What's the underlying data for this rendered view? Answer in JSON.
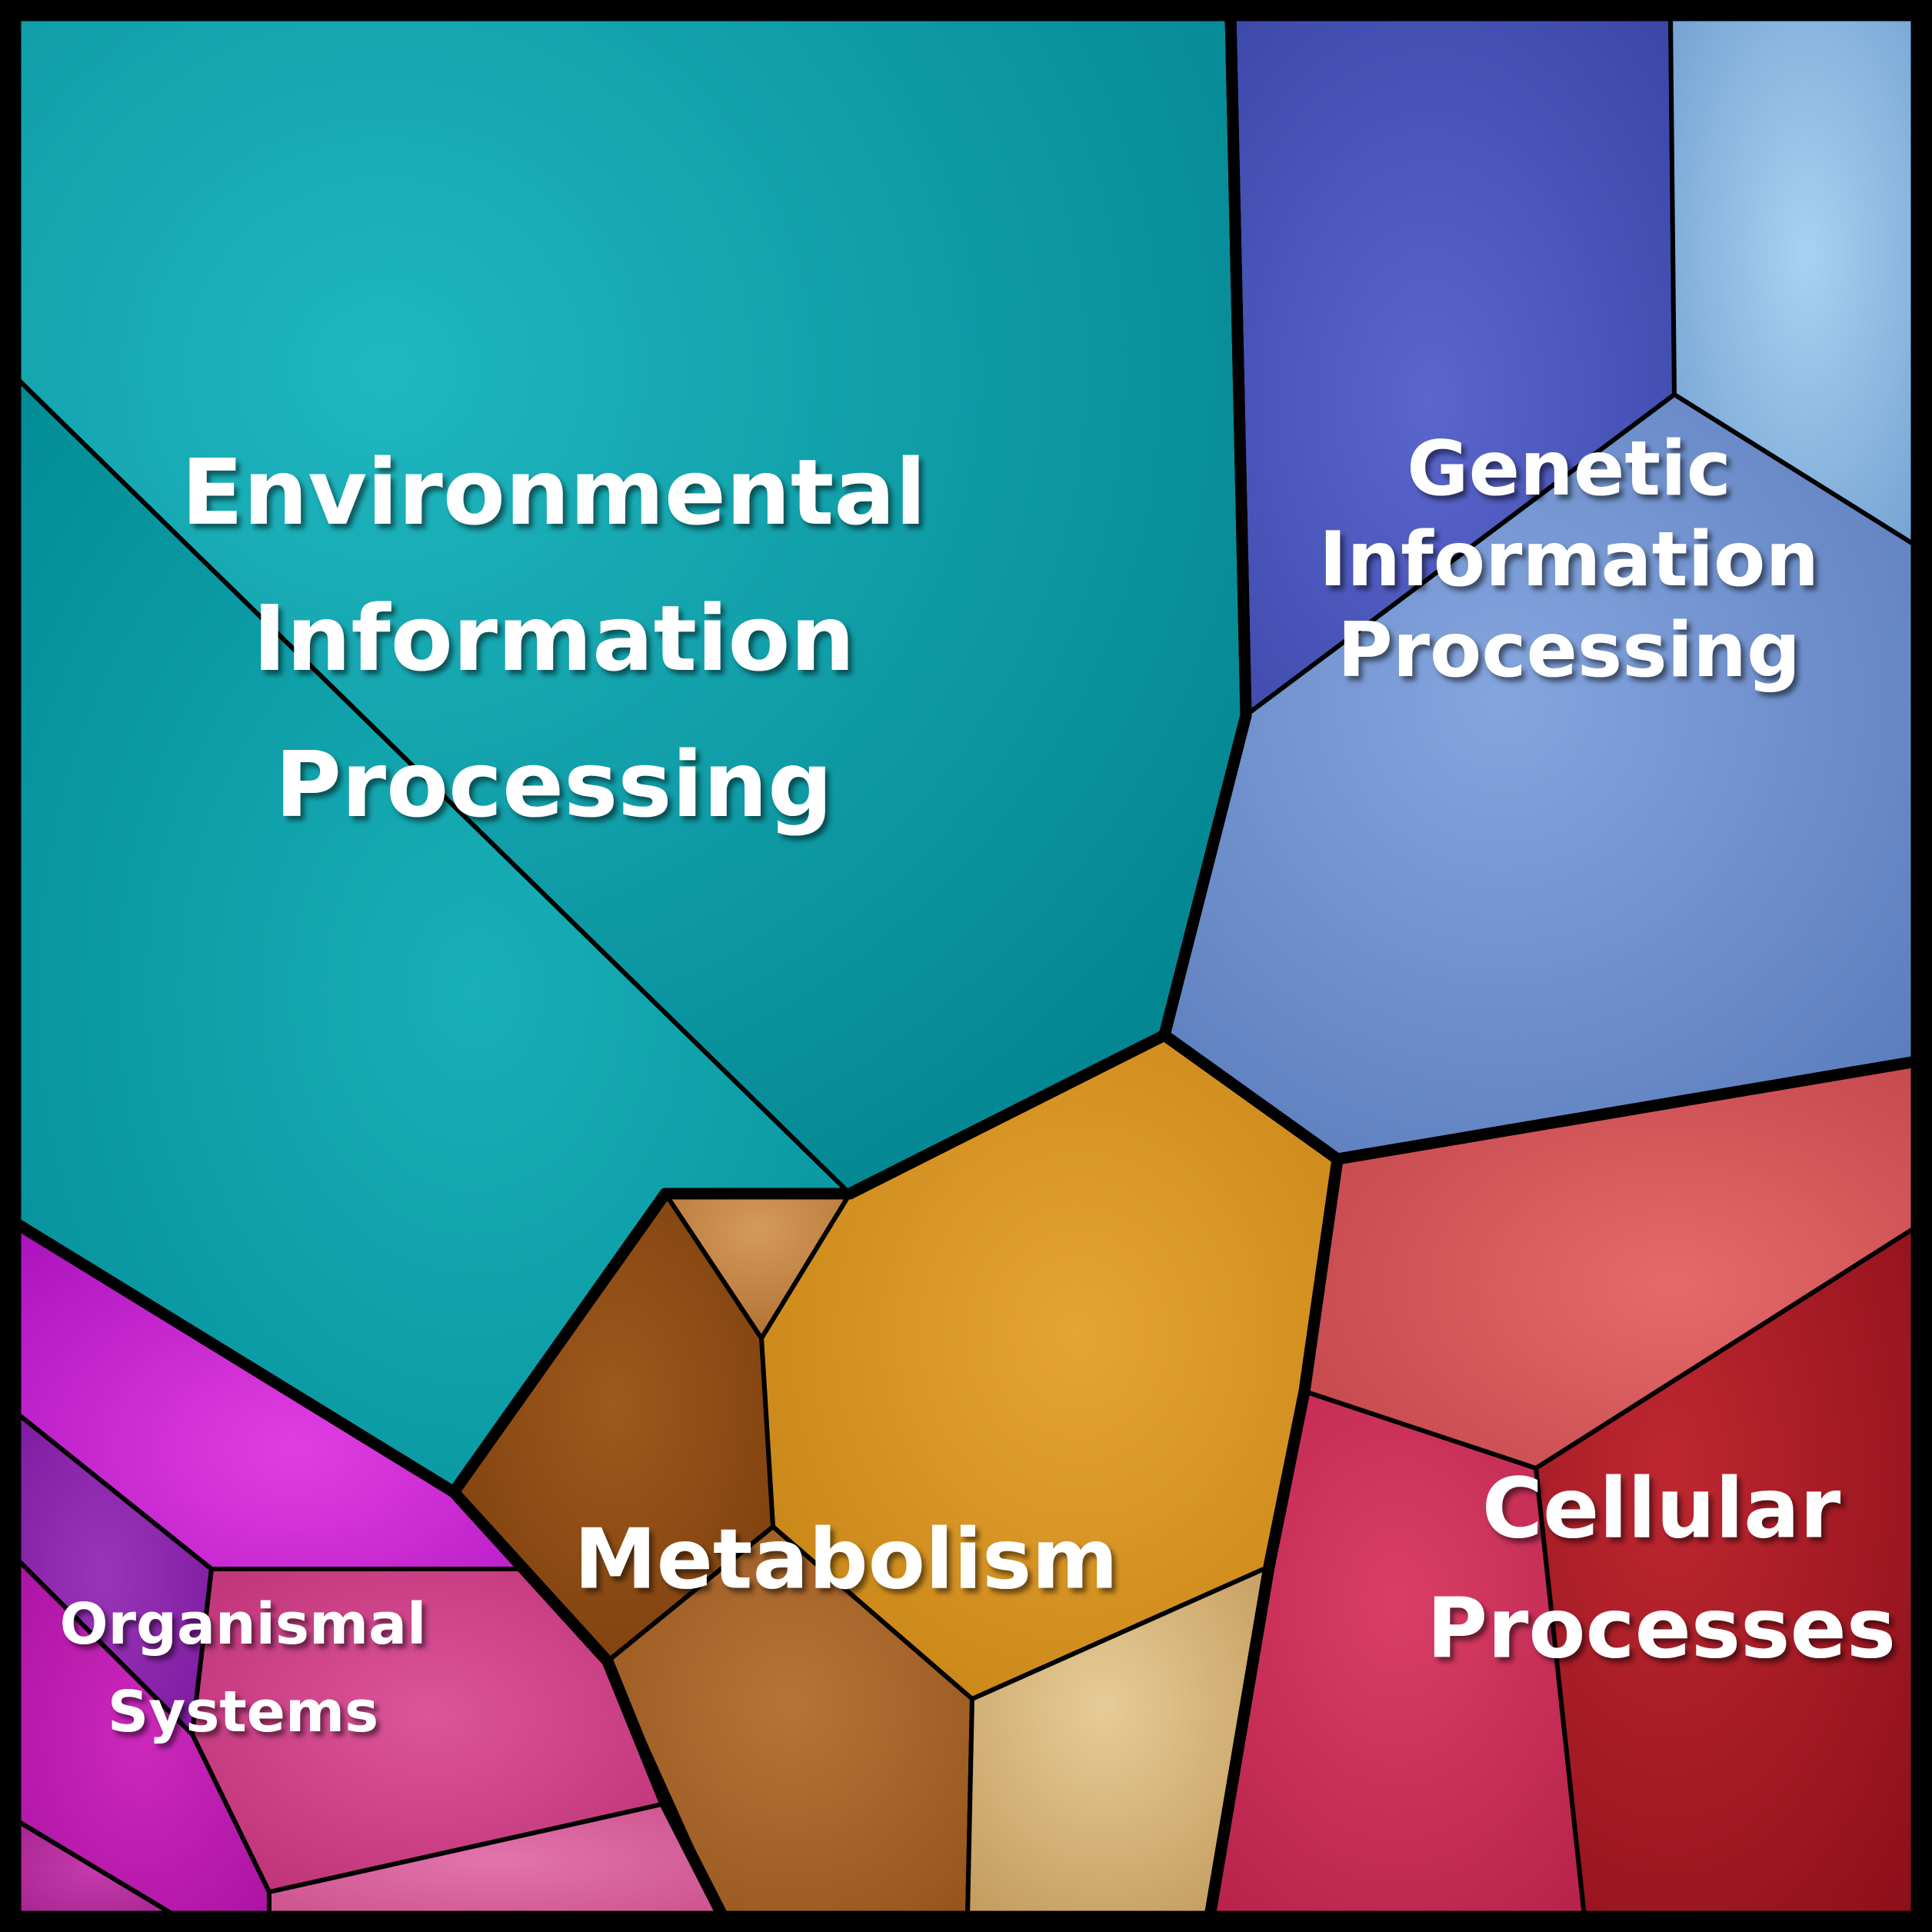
{
  "labels": {
    "environmental": {
      "line1": "Environmental",
      "line2": "Information",
      "line3": "Processing"
    },
    "genetic": {
      "line1": "Genetic",
      "line2": "Information",
      "line3": "Processing"
    },
    "metabolism": {
      "line1": "Metabolism"
    },
    "cellular": {
      "line1": "Cellular",
      "line2": "Processes"
    },
    "organismal": {
      "line1": "Organismal",
      "line2": "Systems"
    }
  },
  "regions": [
    {
      "id": "environmental",
      "name": "Environmental Information Processing",
      "color_family": "teal",
      "subcells": 2,
      "area_pct_est": 41
    },
    {
      "id": "genetic",
      "name": "Genetic Information Processing",
      "color_family": "blue",
      "subcells": 3,
      "area_pct_est": 21
    },
    {
      "id": "metabolism",
      "name": "Metabolism",
      "color_family": "orange-brown",
      "subcells": 5,
      "area_pct_est": 15
    },
    {
      "id": "cellular",
      "name": "Cellular Processes",
      "color_family": "red",
      "subcells": 3,
      "area_pct_est": 14
    },
    {
      "id": "organismal",
      "name": "Organismal Systems",
      "color_family": "magenta",
      "subcells": 6,
      "area_pct_est": 9
    }
  ],
  "chart_data": {
    "type": "treemap",
    "subtype": "voronoi-treemap",
    "title": "",
    "categories": [
      "Environmental Information Processing",
      "Genetic Information Processing",
      "Metabolism",
      "Cellular Processes",
      "Organismal Systems"
    ],
    "values": [
      41,
      21,
      15,
      14,
      9
    ],
    "values_note": "relative area, percent of total map, estimated from pixel areas",
    "legend": "none",
    "axes": "none",
    "cell_border_color": "#000000",
    "label_text_color": "#ffffff"
  },
  "colors": {
    "text": "#ffffff",
    "border": "#000000",
    "env_main_c": "#1fb7c0",
    "env_main_e": "#00828e",
    "env_low_c": "#19afb8",
    "env_low_e": "#008a94",
    "gen_dark_c": "#5a66cc",
    "gen_dark_e": "#3a44a6",
    "gen_light_c": "#a8d2f2",
    "gen_light_e": "#6e9cce",
    "gen_main_c": "#84a5de",
    "gen_main_e": "#5576b6",
    "cel_salmon_c": "#e56a6a",
    "cel_salmon_e": "#bf4348",
    "cel_dred_c": "#be2730",
    "cel_dred_e": "#8c0f1a",
    "cel_crims_c": "#da3e66",
    "cel_crims_e": "#b31f48",
    "met_wedge_c": "#d49a5c",
    "met_wedge_e": "#ad6e2e",
    "met_dbrown_c": "#9d5a1d",
    "met_dbrown_e": "#77390a",
    "met_orange_c": "#e6a432",
    "met_orange_e": "#c07d10",
    "met_mbrown_c": "#b77439",
    "met_mbrown_e": "#8f4f16",
    "met_tan_c": "#e6cc98",
    "met_tan_e": "#be9455",
    "org_mag_c": "#e13ee1",
    "org_mag_e": "#a911bc",
    "org_purp_c": "#9a35b8",
    "org_purp_e": "#76149a",
    "org_rose_c": "#dc549a",
    "org_rose_e": "#b72a6e",
    "org_lowmag_c": "#cc28bc",
    "org_lowmag_e": "#a50f9e",
    "org_corner_c": "#c63cac",
    "org_corner_e": "#9e1d8c",
    "org_pink_c": "#e274ac",
    "org_pink_e": "#c74b86"
  }
}
